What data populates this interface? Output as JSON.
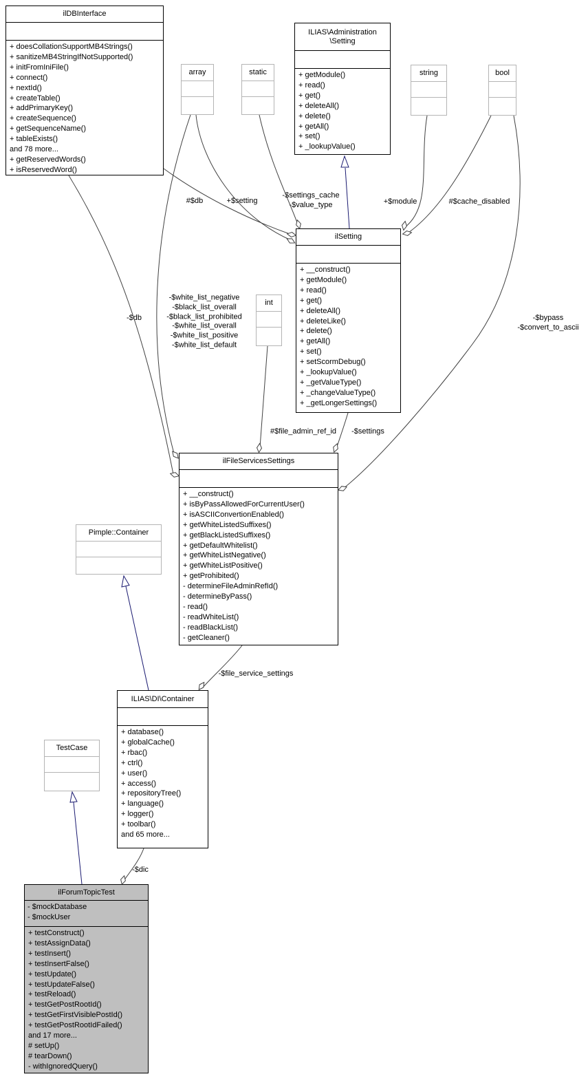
{
  "colors": {
    "edge": "#404040",
    "inheritance_edge": "#191970",
    "class_border": "#000000",
    "type_border": "#b4b4b4",
    "highlight_class_bg": "#bfbfbf"
  },
  "classes": {
    "ildb": {
      "title": "ilDBInterface",
      "attributes": [],
      "methods": [
        "+ doesCollationSupportMB4Strings()",
        "+ sanitizeMB4StringIfNotSupported()",
        "+ initFromIniFile()",
        "+ connect()",
        "+ nextId()",
        "+ createTable()",
        "+ addPrimaryKey()",
        "+ createSequence()",
        "+ getSequenceName()",
        "+ tableExists()",
        "and 78 more...",
        "+ getReservedWords()",
        "+ isReservedWord()"
      ]
    },
    "adminsetting": {
      "title": "ILIAS\\Administration\n\\Setting",
      "attributes": [],
      "methods": [
        "+ getModule()",
        "+ read()",
        "+ get()",
        "+ deleteAll()",
        "+ delete()",
        "+ getAll()",
        "+ set()",
        "+ _lookupValue()"
      ]
    },
    "array_type": {
      "title": "array"
    },
    "static_type": {
      "title": "static"
    },
    "string_type": {
      "title": "string"
    },
    "bool_type": {
      "title": "bool"
    },
    "int_type": {
      "title": "int"
    },
    "ilsetting": {
      "title": "ilSetting",
      "attributes": [],
      "methods": [
        "+ __construct()",
        "+ getModule()",
        "+ read()",
        "+ get()",
        "+ deleteAll()",
        "+ deleteLike()",
        "+ delete()",
        "+ getAll()",
        "+ set()",
        "+ setScormDebug()",
        "+ _lookupValue()",
        "+ _getValueType()",
        "+ _changeValueType()",
        "+ _getLongerSettings()"
      ]
    },
    "filesettings": {
      "title": "ilFileServicesSettings",
      "attributes": [],
      "methods": [
        "+ __construct()",
        "+ isByPassAllowedForCurrentUser()",
        "+ isASCIIConvertionEnabled()",
        "+ getWhiteListedSuffixes()",
        "+ getBlackListedSuffixes()",
        "+ getDefaultWhitelist()",
        "+ getWhiteListNegative()",
        "+ getWhiteListPositive()",
        "+ getProhibited()",
        "- determineFileAdminRefId()",
        "- determineByPass()",
        "- read()",
        "- readWhiteList()",
        "- readBlackList()",
        "- getCleaner()"
      ]
    },
    "pimple": {
      "title": "Pimple::Container"
    },
    "dicontainer": {
      "title": "ILIAS\\DI\\Container",
      "attributes": [],
      "methods": [
        "+ database()",
        "+ globalCache()",
        "+ rbac()",
        "+ ctrl()",
        "+ user()",
        "+ access()",
        "+ repositoryTree()",
        "+ language()",
        "+ logger()",
        "+ toolbar()",
        "and 65 more..."
      ]
    },
    "testcase": {
      "title": "TestCase"
    },
    "forumtest": {
      "title": "ilForumTopicTest",
      "attributes": [
        "- $mockDatabase",
        "- $mockUser"
      ],
      "methods": [
        "+ testConstruct()",
        "+ testAssignData()",
        "+ testInsert()",
        "+ testInsertFalse()",
        "+ testUpdate()",
        "+ testUpdateFalse()",
        "+ testReload()",
        "+ testGetPostRootId()",
        "+ testGetFirstVisiblePostId()",
        "+ testGetPostRootIdFailed()",
        "and 17 more...",
        "# setUp()",
        "# tearDown()",
        "- withIgnoredQuery()"
      ]
    }
  },
  "edge_labels": {
    "db_protected": "#$db",
    "setting": "+$setting",
    "settings_cache": "-$settings_cache\n-$value_type",
    "module": "+$module",
    "cache_disabled": "#$cache_disabled",
    "bypass": "-$bypass\n-$convert_to_ascii",
    "db_private": "-$db",
    "white_lists": "-$white_list_negative\n-$black_list_overall\n-$black_list_prohibited\n-$white_list_overall\n-$white_list_positive\n-$white_list_default",
    "file_admin_ref_id": "#$file_admin_ref_id",
    "settings_ref": "-$settings",
    "file_service_settings": "-$file_service_settings",
    "dic": "-$dic"
  }
}
